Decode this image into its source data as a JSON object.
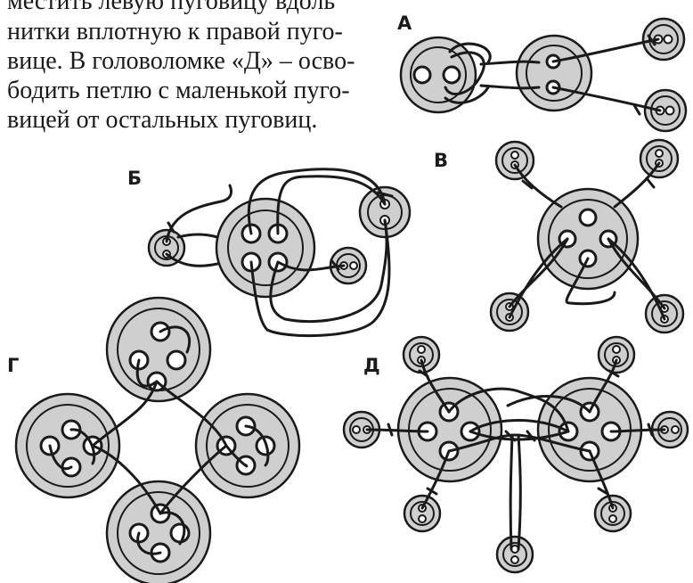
{
  "text": {
    "line1": "местить левую пуговицу вдоль",
    "line2": "нитки вплотную к правой пуго-",
    "line3": "вице. В головоломке «Д» – осво-",
    "line4": "бодить петлю с маленькой пуго-",
    "line5": "вицей от остальных пуговиц."
  },
  "labels": {
    "a": "А",
    "b": "Б",
    "v": "В",
    "g": "Г",
    "d": "Д"
  },
  "colors": {
    "button_fill": "#cfcfcf",
    "stroke": "#1a1a1a",
    "hole": "#ffffff"
  }
}
